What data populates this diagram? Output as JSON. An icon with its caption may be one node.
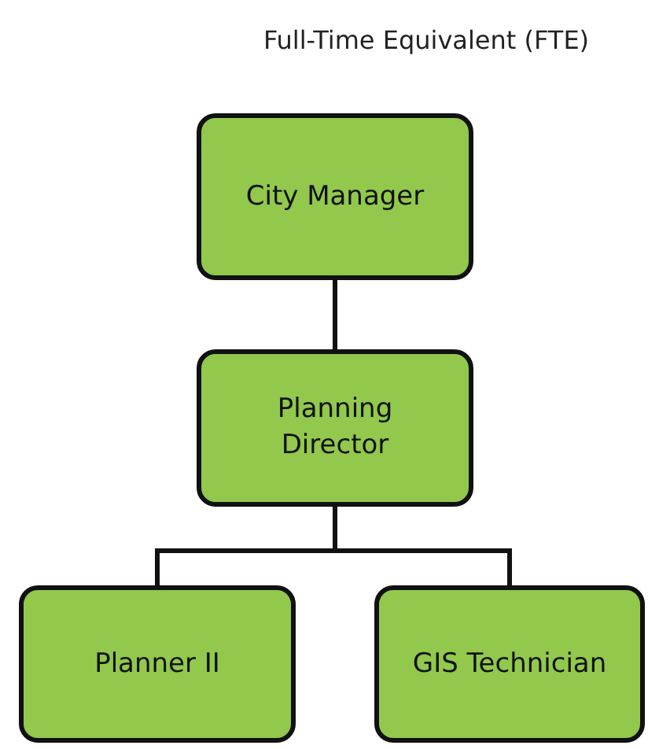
{
  "diagram": {
    "title": "Full-Time Equivalent (FTE)",
    "nodes": [
      {
        "text": [
          "City Manager"
        ]
      },
      {
        "text": [
          "Planning Director"
        ]
      },
      {
        "text": [
          "Planner II"
        ]
      },
      {
        "text": [
          "GIS Technician"
        ]
      }
    ],
    "edges": [
      {
        "from": 0,
        "to": 1,
        "arrow": "none"
      },
      {
        "from": 1,
        "to": 2,
        "arrow": "none"
      },
      {
        "from": 1,
        "to": 3,
        "arrow": "none"
      }
    ]
  }
}
